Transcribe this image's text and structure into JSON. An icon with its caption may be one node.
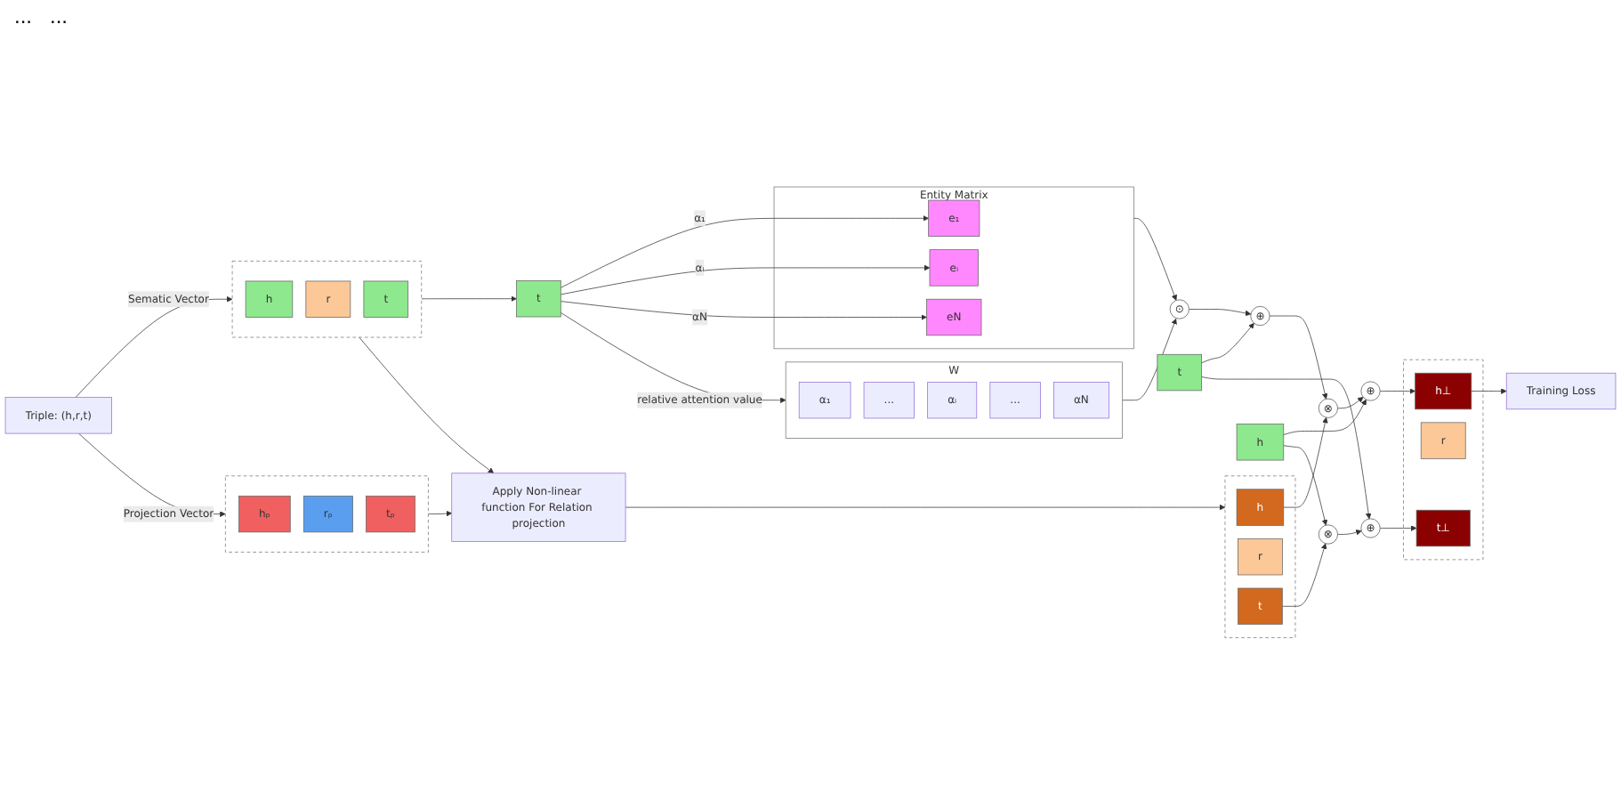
{
  "diagram": {
    "nodes": [
      {
        "text": [
          "Triple: (h,r,t)"
        ]
      },
      {
        "text": [],
        "shape": "box"
      },
      {
        "text": [
          "h"
        ],
        "in": 1
      },
      {
        "text": [
          "r"
        ],
        "in": 1
      },
      {
        "text": [
          "t"
        ],
        "in": 1
      },
      {
        "text": [],
        "shape": "box"
      },
      {
        "text": [
          "hₚ"
        ],
        "in": 5
      },
      {
        "text": [
          "rₚ"
        ],
        "in": 5
      },
      {
        "text": [
          "tₚ"
        ],
        "in": 5
      },
      {
        "text": [
          "t"
        ]
      },
      {
        "text": [
          "Entity Matrix"
        ]
      },
      {
        "text": [
          "e₁"
        ],
        "in": 10
      },
      {
        "text": [
          "eᵢ"
        ],
        "in": 10
      },
      {
        "text": [
          "eN"
        ],
        "in": 10
      },
      {
        "text": [
          "W"
        ]
      },
      {
        "text": [
          "α₁"
        ],
        "in": 14
      },
      {
        "text": [
          "..."
        ],
        "in": 14
      },
      {
        "text": [
          "αᵢ"
        ],
        "in": 14
      },
      {
        "text": [
          "..."
        ],
        "in": 14
      },
      {
        "text": [
          "αN"
        ],
        "in": 14
      },
      {
        "text": [
          "⊙"
        ]
      },
      {
        "text": [
          "⊕"
        ]
      },
      {
        "text": [
          "Apply Non-linear function For Relation projection"
        ]
      },
      {
        "text": [],
        "shape": "box"
      },
      {
        "text": [
          "h"
        ],
        "in": 23
      },
      {
        "text": [
          "r"
        ],
        "in": 23
      },
      {
        "text": [
          "t"
        ],
        "in": 23
      },
      {
        "text": [
          "⊗"
        ]
      },
      {
        "text": [
          "⊕"
        ]
      },
      {
        "text": [
          "h"
        ]
      },
      {
        "text": [
          "t"
        ]
      },
      {
        "text": [
          "⊗"
        ]
      },
      {
        "text": [
          "⊕"
        ]
      },
      {
        "text": [],
        "shape": "box"
      },
      {
        "text": [
          "h⊥"
        ],
        "in": 33
      },
      {
        "text": [
          "r"
        ],
        "in": 33
      },
      {
        "text": [
          "t⊥"
        ],
        "in": 33
      },
      {
        "text": [
          "Training Loss"
        ]
      }
    ],
    "edges": [
      {
        "from": 0,
        "to": 1,
        "arrow": "to",
        "label": "Sematic Vector"
      },
      {
        "from": 0,
        "to": 5,
        "arrow": "to",
        "label": "Projection Vector"
      },
      {
        "from": 1,
        "to": 9,
        "arrow": "to"
      },
      {
        "from": 1,
        "to": 22,
        "arrow": "to"
      },
      {
        "from": 5,
        "to": 22,
        "arrow": "to"
      },
      {
        "from": 9,
        "to": 11,
        "arrow": "to",
        "label": "α₁"
      },
      {
        "from": 9,
        "to": 12,
        "arrow": "to",
        "label": "αᵢ"
      },
      {
        "from": 9,
        "to": 13,
        "arrow": "to",
        "label": "αN"
      },
      {
        "from": 9,
        "to": 14,
        "arrow": "to",
        "label": "relative attention value"
      },
      {
        "from": 10,
        "to": 20,
        "arrow": "to"
      },
      {
        "from": 14,
        "to": 20,
        "arrow": "to"
      },
      {
        "from": 20,
        "to": 21,
        "arrow": "to"
      },
      {
        "from": 30,
        "to": 21,
        "arrow": "to"
      },
      {
        "from": 22,
        "to": 23,
        "arrow": "to"
      },
      {
        "from": 21,
        "to": 27,
        "arrow": "to"
      },
      {
        "from": 24,
        "to": 27,
        "arrow": "to"
      },
      {
        "from": 27,
        "to": 28,
        "arrow": "to"
      },
      {
        "from": 29,
        "to": 28,
        "arrow": "to"
      },
      {
        "from": 28,
        "to": 34,
        "arrow": "to"
      },
      {
        "from": 29,
        "to": 31,
        "arrow": "to"
      },
      {
        "from": 26,
        "to": 31,
        "arrow": "to"
      },
      {
        "from": 31,
        "to": 32,
        "arrow": "to"
      },
      {
        "from": 30,
        "to": 32,
        "arrow": "to"
      },
      {
        "from": 32,
        "to": 36,
        "arrow": "to"
      },
      {
        "from": 34,
        "to": 37,
        "arrow": "to"
      }
    ],
    "labels": [
      "...",
      "..."
    ]
  }
}
